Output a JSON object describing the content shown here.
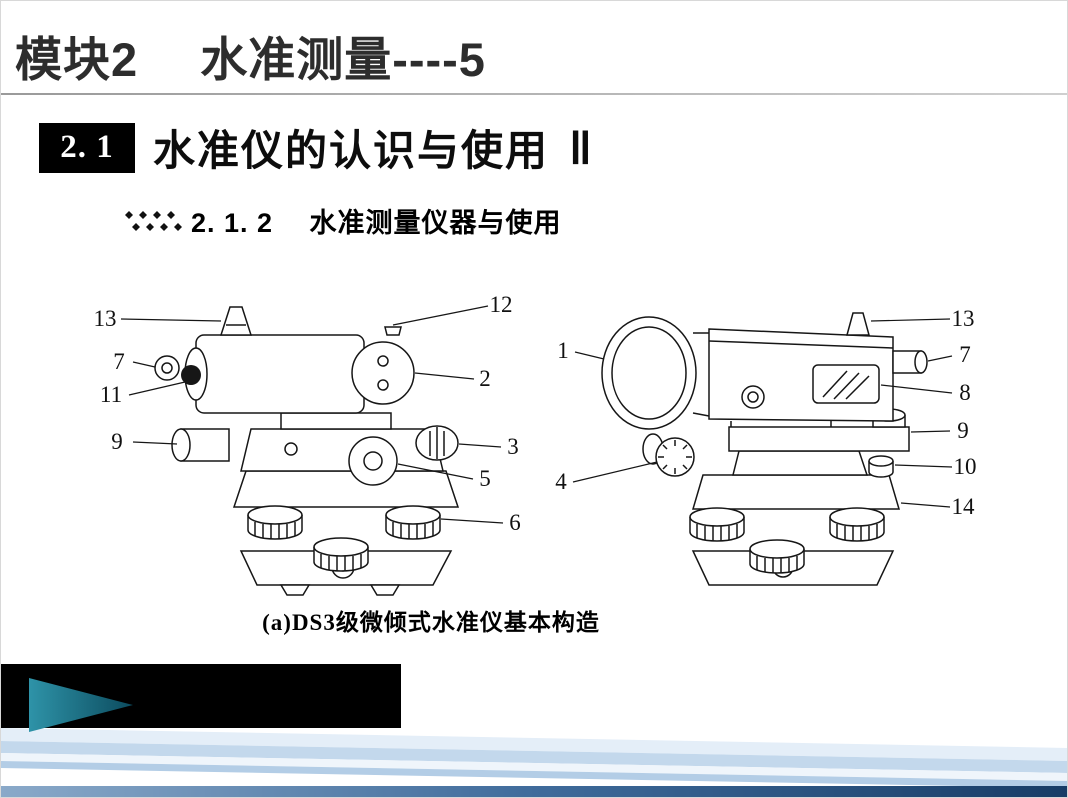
{
  "header": {
    "title": "模块2　 水准测量----5",
    "section_number": "2. 1",
    "section_title": "水准仪的认识与使用",
    "section_suffix": "‖",
    "subsection": "2. 1. 2　 水准测量仪器与使用"
  },
  "figure": {
    "caption": "(a)DS3级微倾式水准仪基本构造",
    "callouts": {
      "n13_left": "13",
      "n7_left": "7",
      "n11": "11",
      "n9_left": "9",
      "n12": "12",
      "n2": "2",
      "n3": "3",
      "n5": "5",
      "n6": "6",
      "n1": "1",
      "n4": "4",
      "n13_right": "13",
      "n7_right": "7",
      "n8": "8",
      "n9_right": "9",
      "n10": "10",
      "n14": "14"
    }
  },
  "colors": {
    "title_text": "#2d2d2d",
    "badge_background": "#000000",
    "line_art": "#161616",
    "accent_teal": "#17707f",
    "stripe_blue": "#c3d8ec",
    "footer_bar_blue": "#3f6b9b"
  }
}
